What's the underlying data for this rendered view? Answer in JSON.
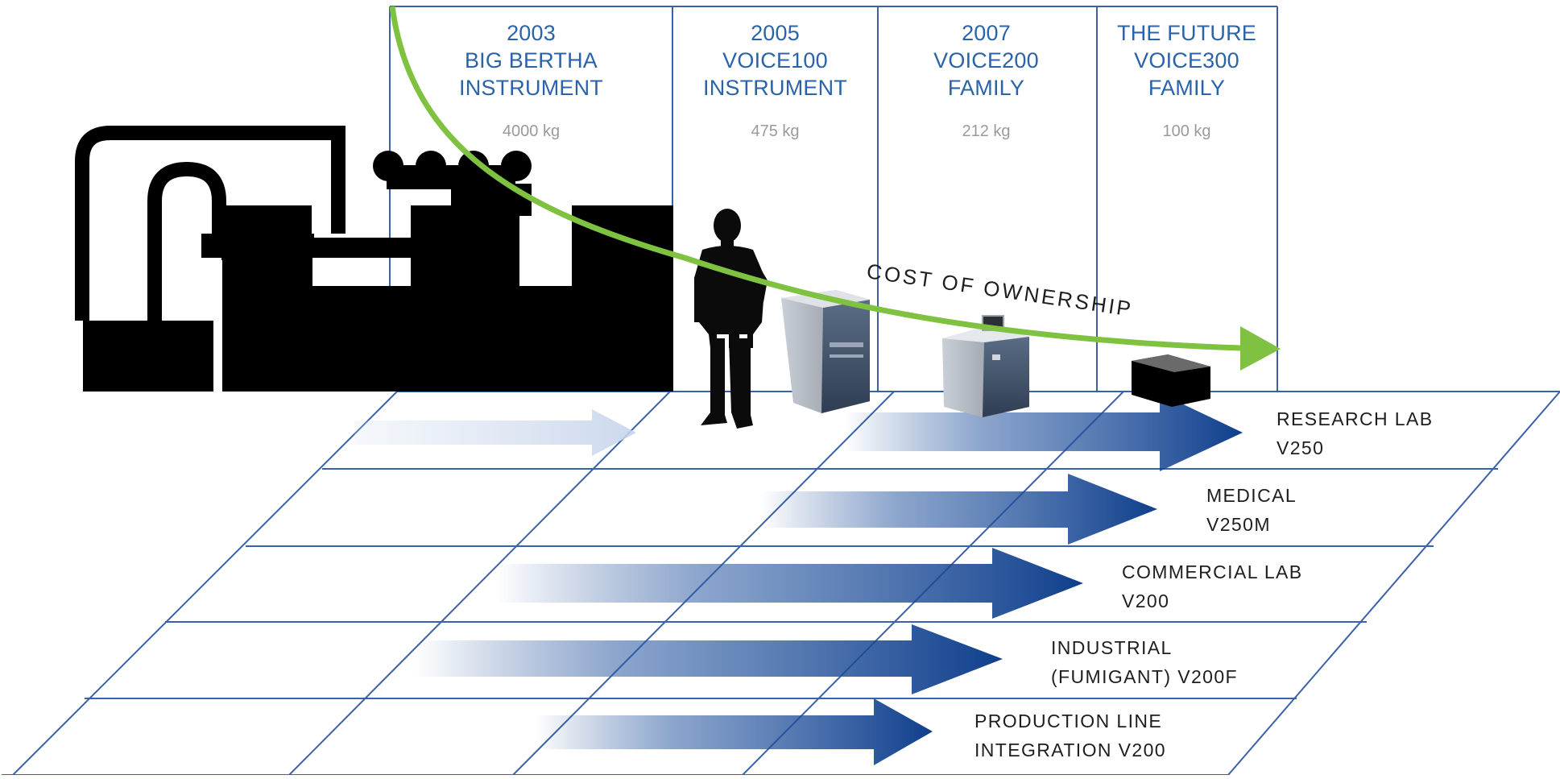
{
  "timeline": [
    {
      "year": "2003",
      "name": "BIG BERTHA",
      "type": "INSTRUMENT",
      "weight": "4000 kg"
    },
    {
      "year": "2005",
      "name": "VOICE100",
      "type": "INSTRUMENT",
      "weight": "475 kg"
    },
    {
      "year": "2007",
      "name": "VOICE200",
      "type": "FAMILY",
      "weight": "212 kg"
    },
    {
      "year": "THE FUTURE",
      "name": "VOICE300",
      "type": "FAMILY",
      "weight": "100 kg"
    }
  ],
  "curve_label": "COST OF OWNERSHIP",
  "applications": [
    {
      "line1": "RESEARCH LAB",
      "line2": "V250"
    },
    {
      "line1": "MEDICAL",
      "line2": "V250M"
    },
    {
      "line1": "COMMERCIAL LAB",
      "line2": "V200"
    },
    {
      "line1": "INDUSTRIAL",
      "line2": "(FUMIGANT) V200F"
    },
    {
      "line1": "PRODUCTION LINE",
      "line2": "INTEGRATION V200"
    }
  ],
  "colors": {
    "grid_line": "#3a62a8",
    "header_text": "#2b63a8",
    "weight_text": "#9a9a9a",
    "curve": "#7fc241",
    "arrow_dark": "#0f3f8c",
    "silhouette": "#000000"
  }
}
